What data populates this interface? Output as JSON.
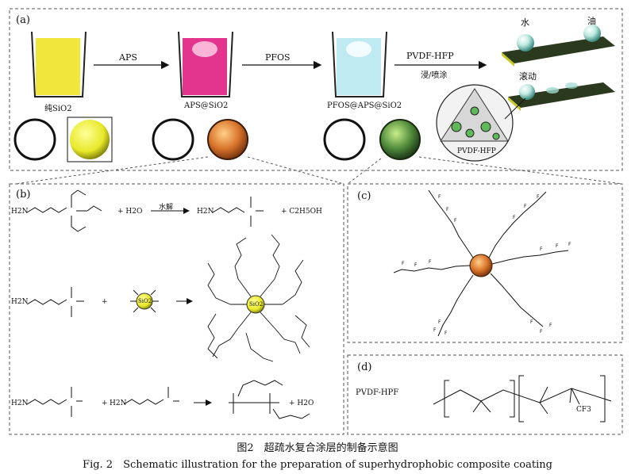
{
  "panels": {
    "a": {
      "label": "(a)",
      "steps": [
        "APS",
        "PFOS",
        "PVDF-HFP"
      ],
      "step3_sub": "浸/喷涂",
      "beakers": [
        "纯SiO2",
        "APS@SiO2",
        "PFOS@APS@SiO2"
      ],
      "beaker_colors": [
        "#f1e63a",
        "#e4358e",
        "#bfeaf2"
      ],
      "water": "水",
      "oil": "油",
      "roll": "滚动",
      "inset": "PVDF-HFP"
    },
    "b": {
      "label": "(b)",
      "r1_reagent": "+ H2O",
      "r1_arrow": "水解",
      "r1_byproduct": "+ C2H5OH",
      "plus": "+",
      "r3_byproduct": "+ H2O",
      "amine": "H2N",
      "core": "SiO2"
    },
    "c": {
      "label": "(c)"
    },
    "d": {
      "label": "(d)",
      "polymer": "PVDF-HPF",
      "cf3": "CF3"
    }
  },
  "caption": {
    "cn": "图2　超疏水复合涂层的制备示意图",
    "en": "Fig. 2　Schematic illustration for the preparation of superhydrophobic composite coating"
  }
}
